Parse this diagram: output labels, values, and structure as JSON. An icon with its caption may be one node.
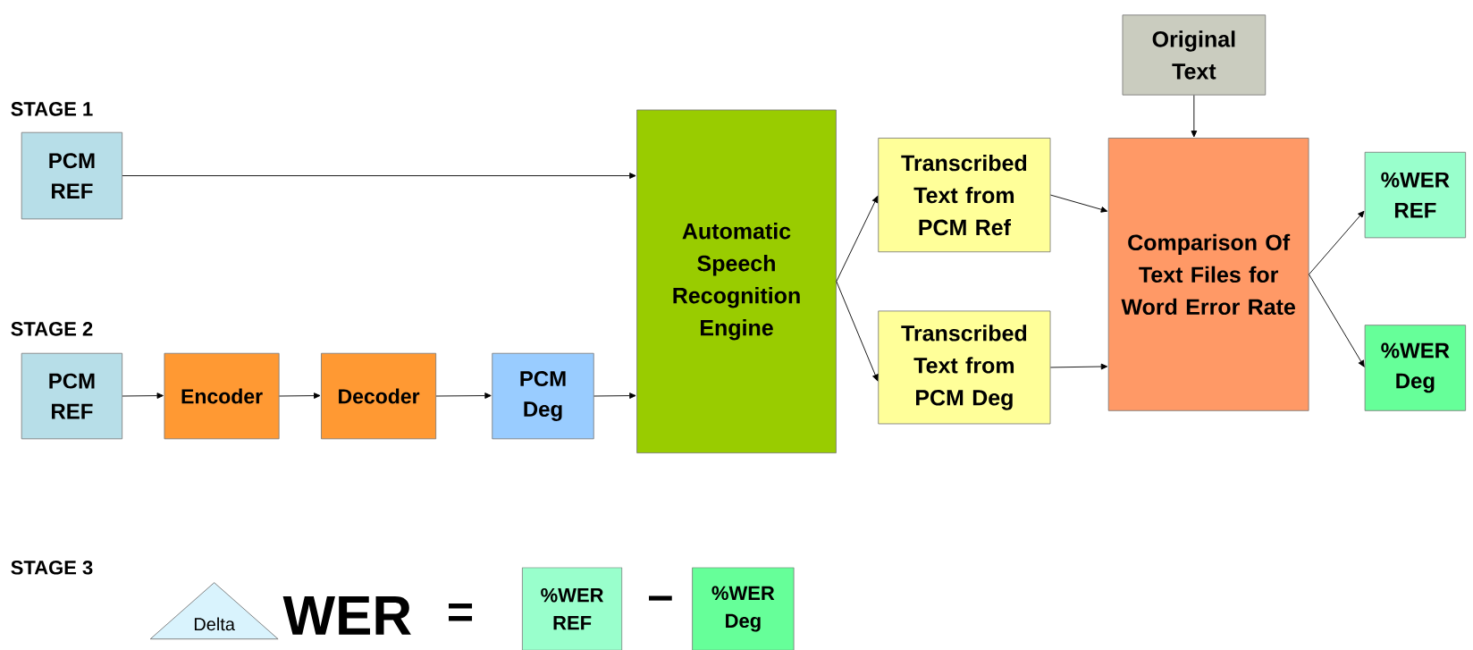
{
  "diagram": {
    "nodes": [
      {
        "text": [
          "PCM REF"
        ]
      },
      {
        "text": [
          "Automatic Speech Recognition Engine"
        ]
      },
      {
        "text": [
          "Transcribed Text from PCM Ref"
        ]
      },
      {
        "text": [
          "Original Text"
        ]
      },
      {
        "text": [
          "Comparison Of Text Files for Word Error Rate"
        ]
      },
      {
        "text": [
          "%WER REF"
        ]
      },
      {
        "text": [
          "PCM REF"
        ]
      },
      {
        "text": [
          "Encoder"
        ]
      },
      {
        "text": [
          "Decoder"
        ]
      },
      {
        "text": [
          "PCM Deg"
        ]
      },
      {
        "text": [
          "Transcribed Text from PCM Deg"
        ]
      },
      {
        "text": [
          "%WER Deg"
        ]
      },
      {
        "text": [
          "Delta"
        ]
      },
      {
        "text": [
          "%WER REF"
        ]
      },
      {
        "text": [
          "%WER Deg"
        ]
      }
    ],
    "edges": [
      {
        "from": 0,
        "to": 1,
        "arrow": "to"
      },
      {
        "from": 6,
        "to": 7,
        "arrow": "to"
      },
      {
        "from": 7,
        "to": 8,
        "arrow": "to"
      },
      {
        "from": 8,
        "to": 9,
        "arrow": "to"
      },
      {
        "from": 9,
        "to": 1,
        "arrow": "to"
      },
      {
        "from": 1,
        "to": 2,
        "arrow": "to"
      },
      {
        "from": 1,
        "to": 10,
        "arrow": "to"
      },
      {
        "from": 2,
        "to": 4,
        "arrow": "to"
      },
      {
        "from": 10,
        "to": 4,
        "arrow": "to"
      },
      {
        "from": 3,
        "to": 4,
        "arrow": "to"
      },
      {
        "from": 4,
        "to": 5,
        "arrow": "to"
      },
      {
        "from": 4,
        "to": 11,
        "arrow": "to"
      }
    ],
    "labels": [
      "STAGE 1",
      "STAGE 2",
      "STAGE 3",
      "WER",
      "=",
      "–"
    ]
  }
}
